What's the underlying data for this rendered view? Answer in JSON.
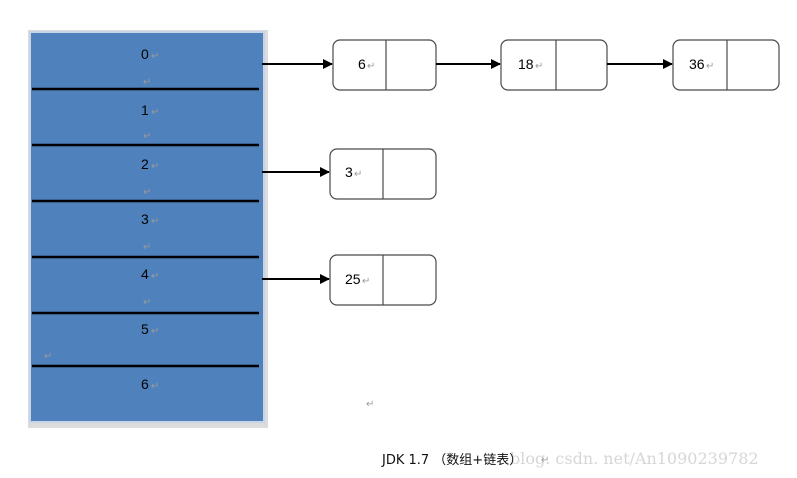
{
  "table": {
    "fill_color": "#4f81bd",
    "border_color": "#c7d3e6",
    "rows": [
      {
        "index": "0"
      },
      {
        "index": "1"
      },
      {
        "index": "2"
      },
      {
        "index": "3"
      },
      {
        "index": "4"
      },
      {
        "index": "5"
      },
      {
        "index": "6"
      }
    ]
  },
  "chains": [
    {
      "bucket": "0",
      "nodes": [
        "6",
        "18",
        "36"
      ]
    },
    {
      "bucket": "2",
      "nodes": [
        "3"
      ]
    },
    {
      "bucket": "4",
      "nodes": [
        "25"
      ]
    }
  ],
  "paragraph_mark": "↵",
  "caption": "JDK 1.7 （数组+链表）",
  "watermark": "blog. csdn. net/An1090239782"
}
